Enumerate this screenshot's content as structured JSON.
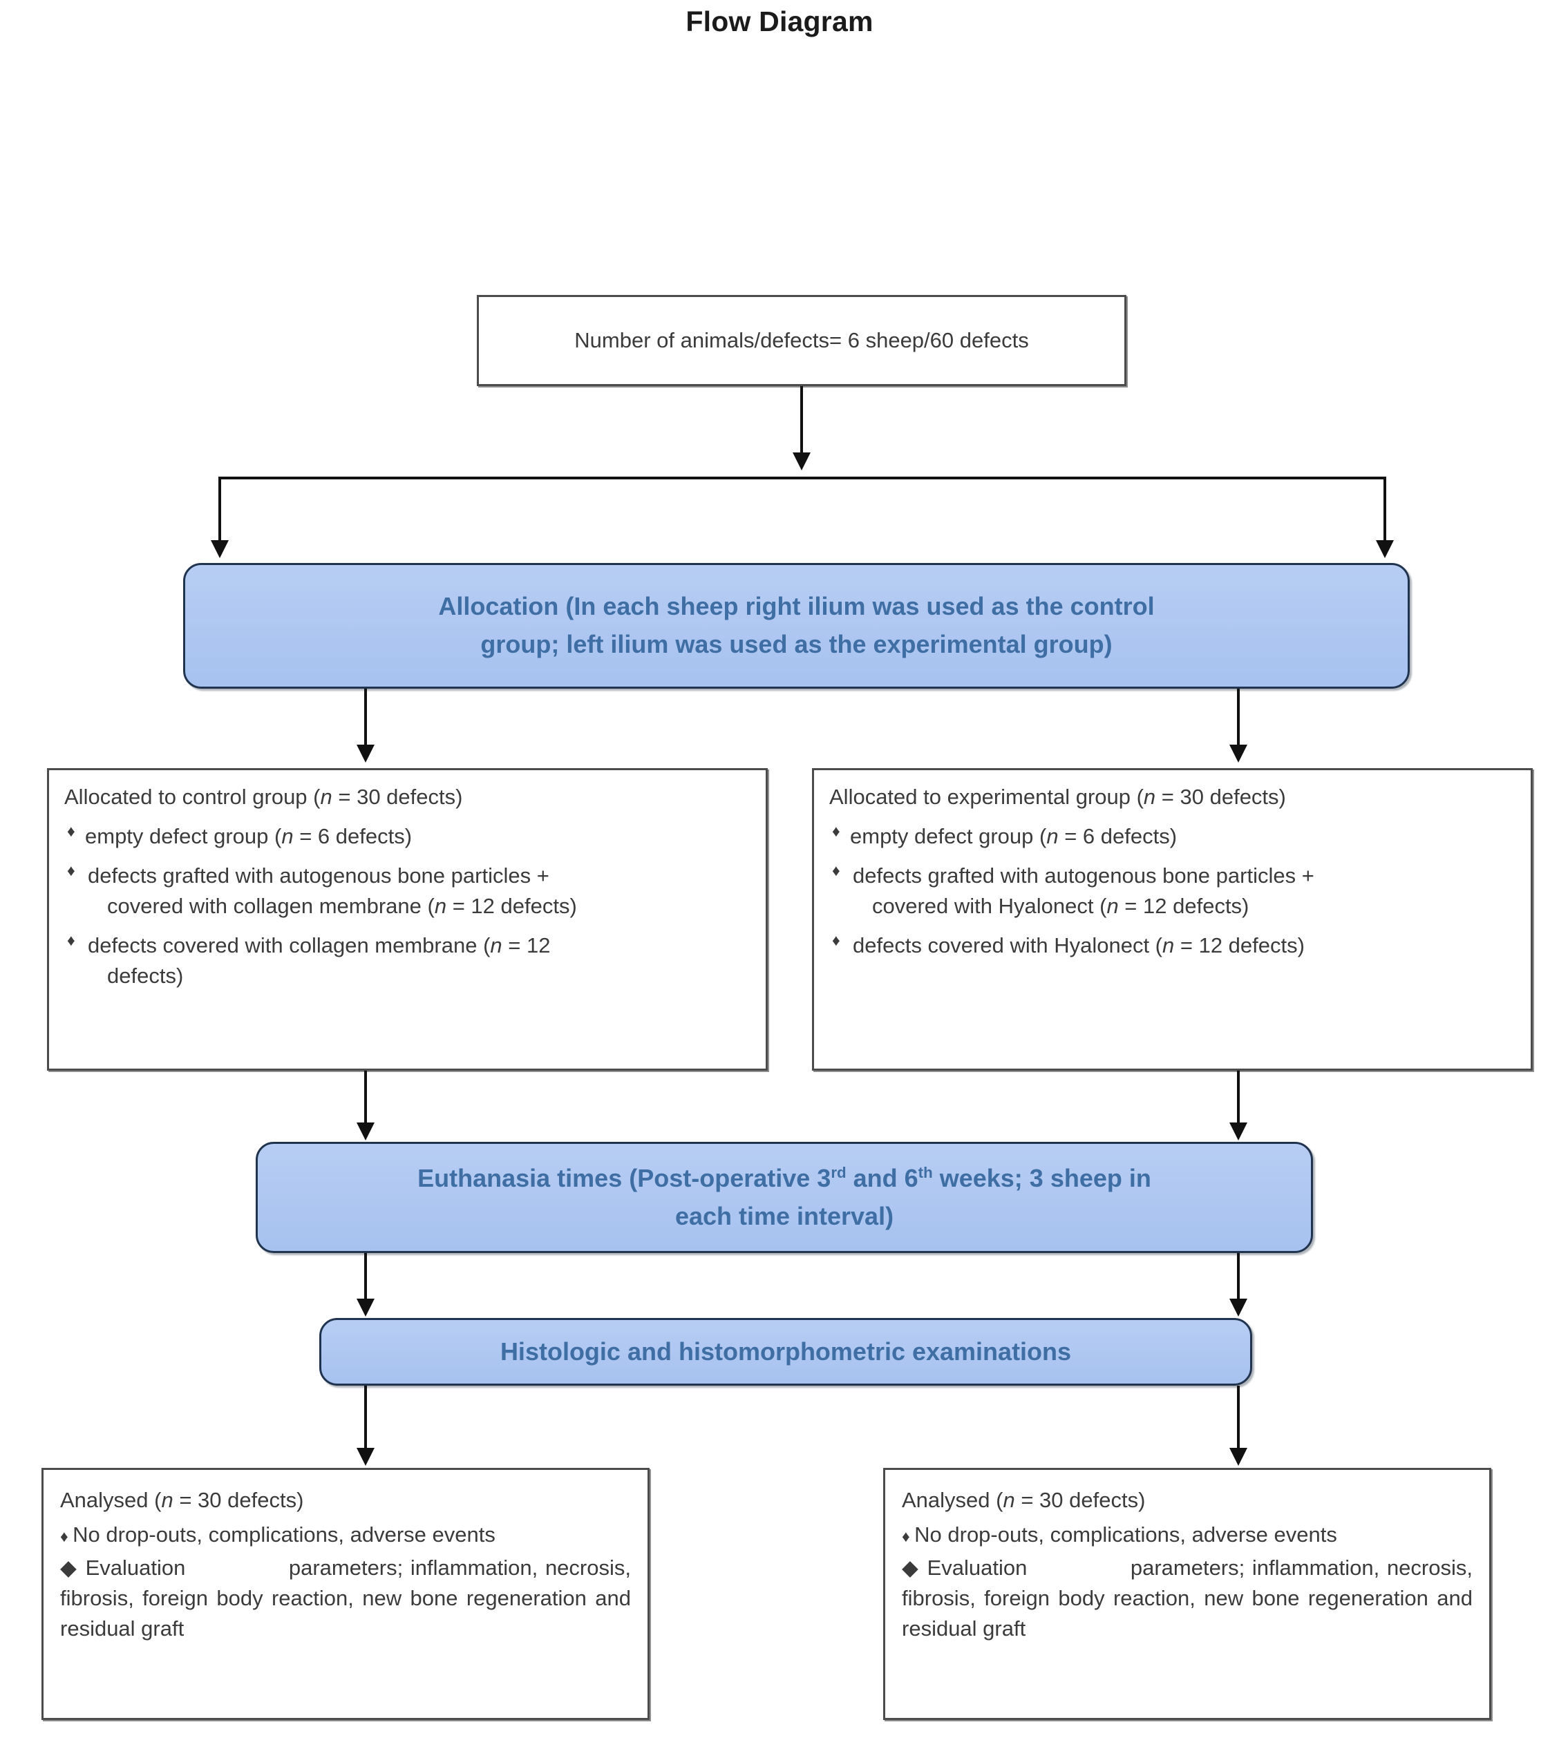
{
  "title": "Flow Diagram",
  "nodes": {
    "enrollment": {
      "text": "Number of animals/defects= 6 sheep/60 defects"
    },
    "allocation": {
      "line1": "Allocation (In each sheep right ilium was used as the control",
      "line2": "group; left ilium was used as the experimental group)"
    },
    "control_group": {
      "header": "Allocated to control group (n = 30 defects)",
      "header_plain": "Allocated to control group (",
      "header_italic": "n",
      "header_tail": " = 30 defects)",
      "items": [
        "empty defect group (n = 6 defects)",
        "defects grafted with autogenous bone particles + covered with collagen membrane (n = 12 defects)",
        "defects covered with collagen membrane (n = 12 defects)"
      ]
    },
    "experimental_group": {
      "header": "Allocated to experimental group (n = 30 defects)",
      "items": [
        "empty defect group (n = 6 defects)",
        "defects grafted with autogenous bone particles + covered with Hyalonect (n = 12 defects)",
        "defects covered with Hyalonect (n = 12 defects)"
      ]
    },
    "euthanasia": {
      "line1_a": "Euthanasia times (Post-operative 3",
      "line1_sup1": "rd",
      "line1_b": " and 6",
      "line1_sup2": "th",
      "line1_c": " weeks; 3 sheep in",
      "line2": "each time interval)"
    },
    "examinations": {
      "text": "Histologic and histomorphometric examinations"
    },
    "analysed_left": {
      "header": "Analysed (n = 30 defects)",
      "items": [
        "No drop-outs, complications, adverse events",
        "Evaluation          parameters; inflammation, necrosis, fibrosis, foreign body reaction, new bone regeneration and residual graft"
      ]
    },
    "analysed_right": {
      "header": "Analysed (n = 30 defects)",
      "items": [
        "No drop-outs, complications, adverse events",
        "Evaluation          parameters; inflammation, necrosis, fibrosis, foreign body reaction, new bone regeneration and residual graft"
      ]
    }
  },
  "colors": {
    "blue_fill": "#adc6f0",
    "blue_border": "#21344f",
    "blue_text": "#3e6ea3",
    "box_border": "#4c4c4c",
    "text": "#3b3b3b",
    "connector": "#111111",
    "background": "#ffffff"
  }
}
